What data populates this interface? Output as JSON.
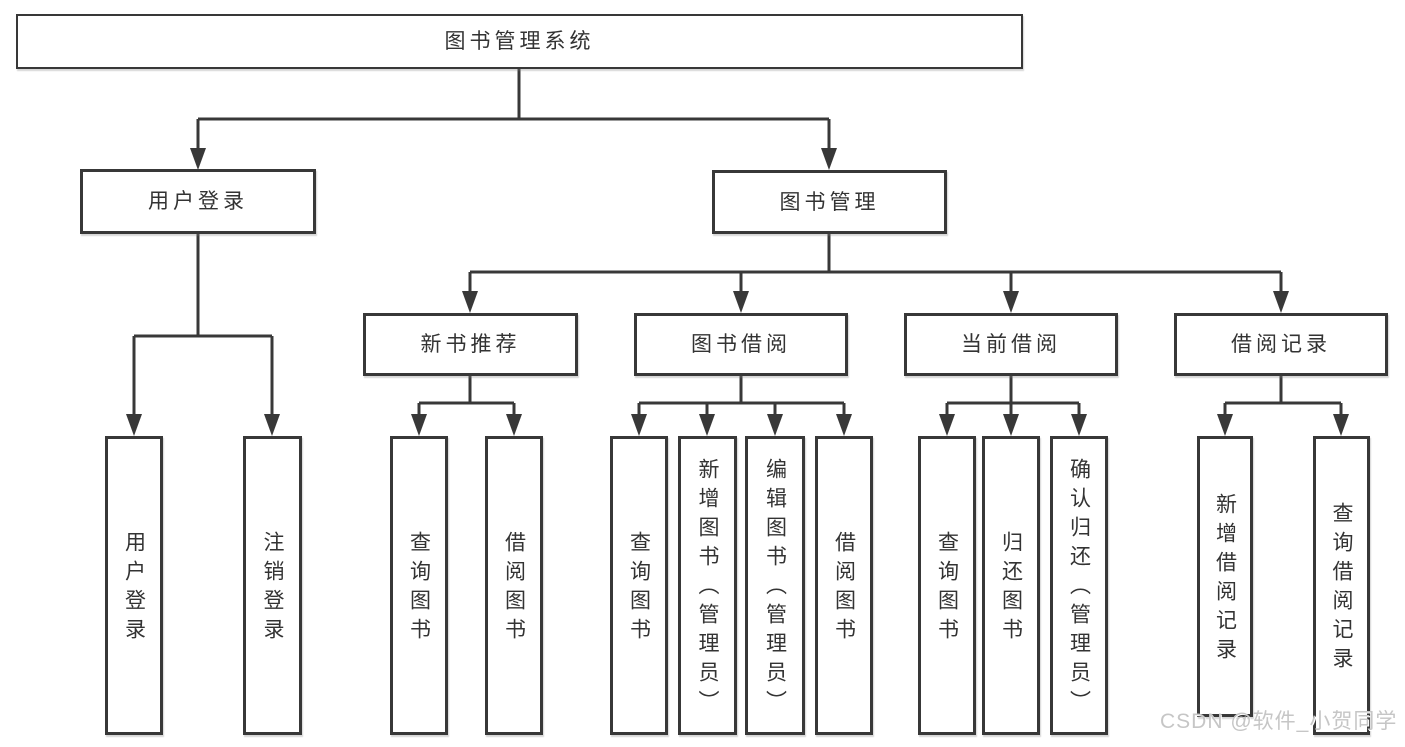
{
  "colors": {
    "line": "#383838",
    "text": "#333333",
    "watermark": "#c6c6c6",
    "background": "#ffffff"
  },
  "tree": {
    "root": {
      "label": "图书管理系统"
    },
    "branches": [
      {
        "label": "用户登录",
        "leaves": [
          "用户登录",
          "注销登录"
        ]
      },
      {
        "label": "图书管理",
        "groups": [
          {
            "label": "新书推荐",
            "leaves": [
              "查询图书",
              "借阅图书"
            ]
          },
          {
            "label": "图书借阅",
            "leaves": [
              "查询图书",
              "新增图书（管理员）",
              "编辑图书（管理员）",
              "借阅图书"
            ]
          },
          {
            "label": "当前借阅",
            "leaves": [
              "查询图书",
              "归还图书",
              "确认归还（管理员）"
            ]
          },
          {
            "label": "借阅记录",
            "leaves": [
              "新增借阅记录",
              "查询借阅记录"
            ]
          }
        ]
      }
    ]
  },
  "watermark": {
    "text": "CSDN @软件_小贺同学"
  }
}
